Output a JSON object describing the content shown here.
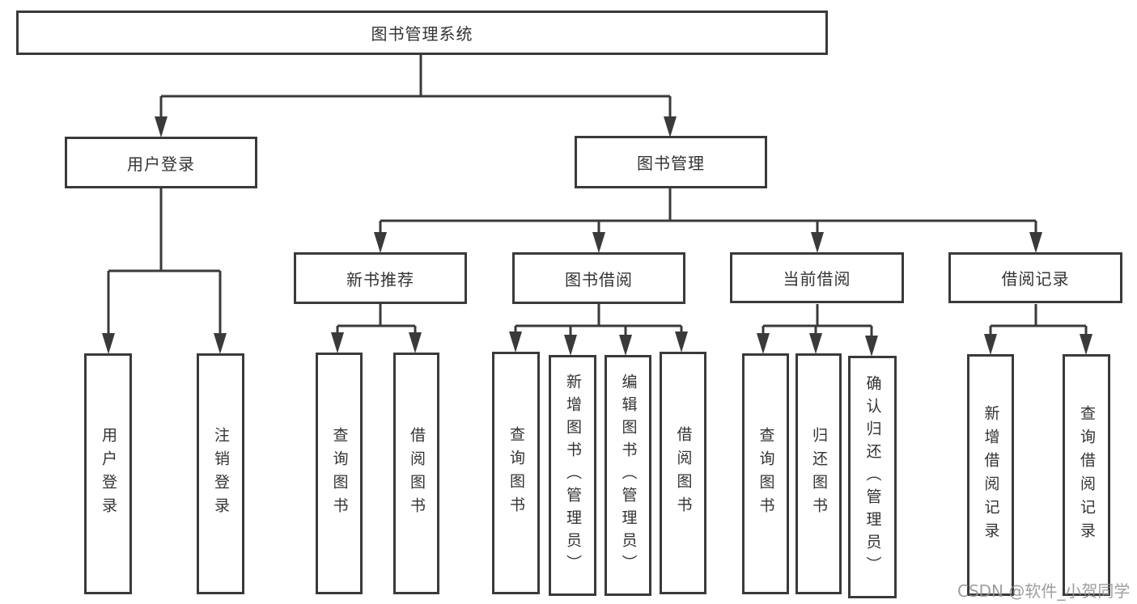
{
  "tree": {
    "root": {
      "label": "图书管理系统"
    },
    "branches": [
      {
        "label": "用户登录",
        "children": [
          {
            "label": "用户登录"
          },
          {
            "label": "注销登录"
          }
        ]
      },
      {
        "label": "图书管理",
        "children": [
          {
            "label": "新书推荐",
            "children": [
              {
                "label": "查询图书"
              },
              {
                "label": "借阅图书"
              }
            ]
          },
          {
            "label": "图书借阅",
            "children": [
              {
                "label": "查询图书"
              },
              {
                "label": "新增图书（管理员）"
              },
              {
                "label": "编辑图书（管理员）"
              },
              {
                "label": "借阅图书"
              }
            ]
          },
          {
            "label": "当前借阅",
            "children": [
              {
                "label": "查询图书"
              },
              {
                "label": "归还图书"
              },
              {
                "label": "确认归还（管理员）"
              }
            ]
          },
          {
            "label": "借阅记录",
            "children": [
              {
                "label": "新增借阅记录"
              },
              {
                "label": "查询借阅记录"
              }
            ]
          }
        ]
      }
    ]
  },
  "watermark": {
    "text": "CSDN @软件_小贺同学"
  },
  "colors": {
    "line": "#3a3a3a",
    "box_border": "#3a3a3a",
    "text": "#333333",
    "watermark": "#949494",
    "background": "#ffffff"
  }
}
